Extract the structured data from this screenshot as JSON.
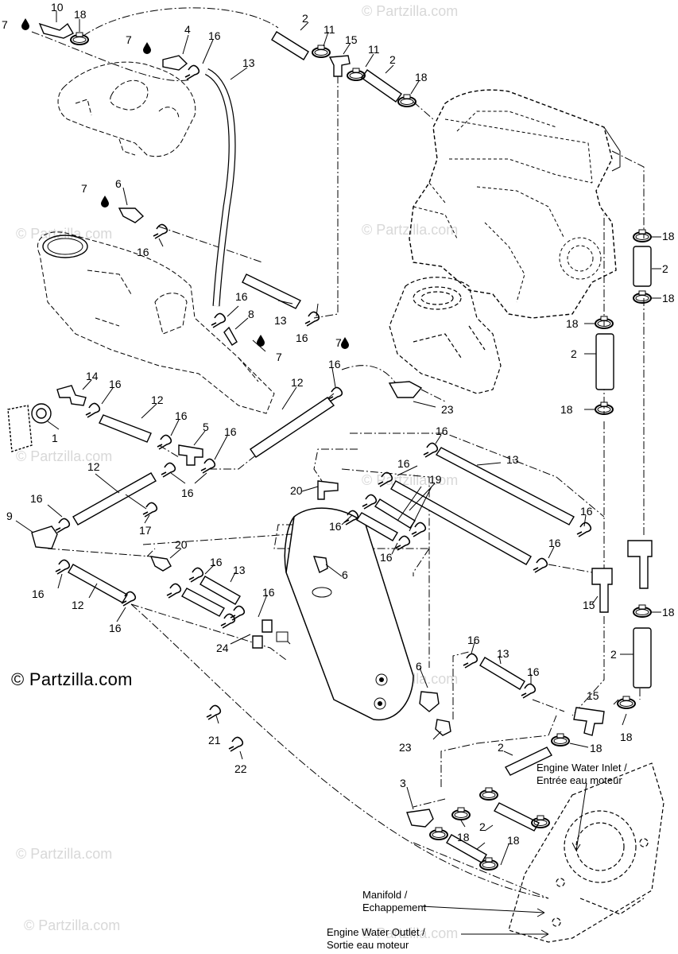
{
  "brand": "© Partzilla.com",
  "watermarks": [
    "© Partzilla.com",
    "© Partzilla.com",
    "© Partzilla.com",
    "© Partzilla.com",
    "© Partzilla.com",
    "© Partzilla.com",
    "© Partzilla.com",
    "© Partzilla.com",
    "© Partzilla.com"
  ],
  "labels": {
    "inlet_en": "Engine Water Inlet /",
    "inlet_fr": "Entrée eau moteur",
    "manifold_en": "Manifold /",
    "manifold_fr": "Echappement",
    "outlet_en": "Engine Water Outlet /",
    "outlet_fr": "Sortie eau moteur"
  },
  "callouts": [
    "1",
    "2",
    "3",
    "4",
    "5",
    "6",
    "7",
    "8",
    "9",
    "10",
    "11",
    "12",
    "13",
    "14",
    "15",
    "16",
    "17",
    "18",
    "19",
    "20",
    "21",
    "22",
    "23",
    "24"
  ],
  "icons": [
    "oil-drop-icon"
  ]
}
